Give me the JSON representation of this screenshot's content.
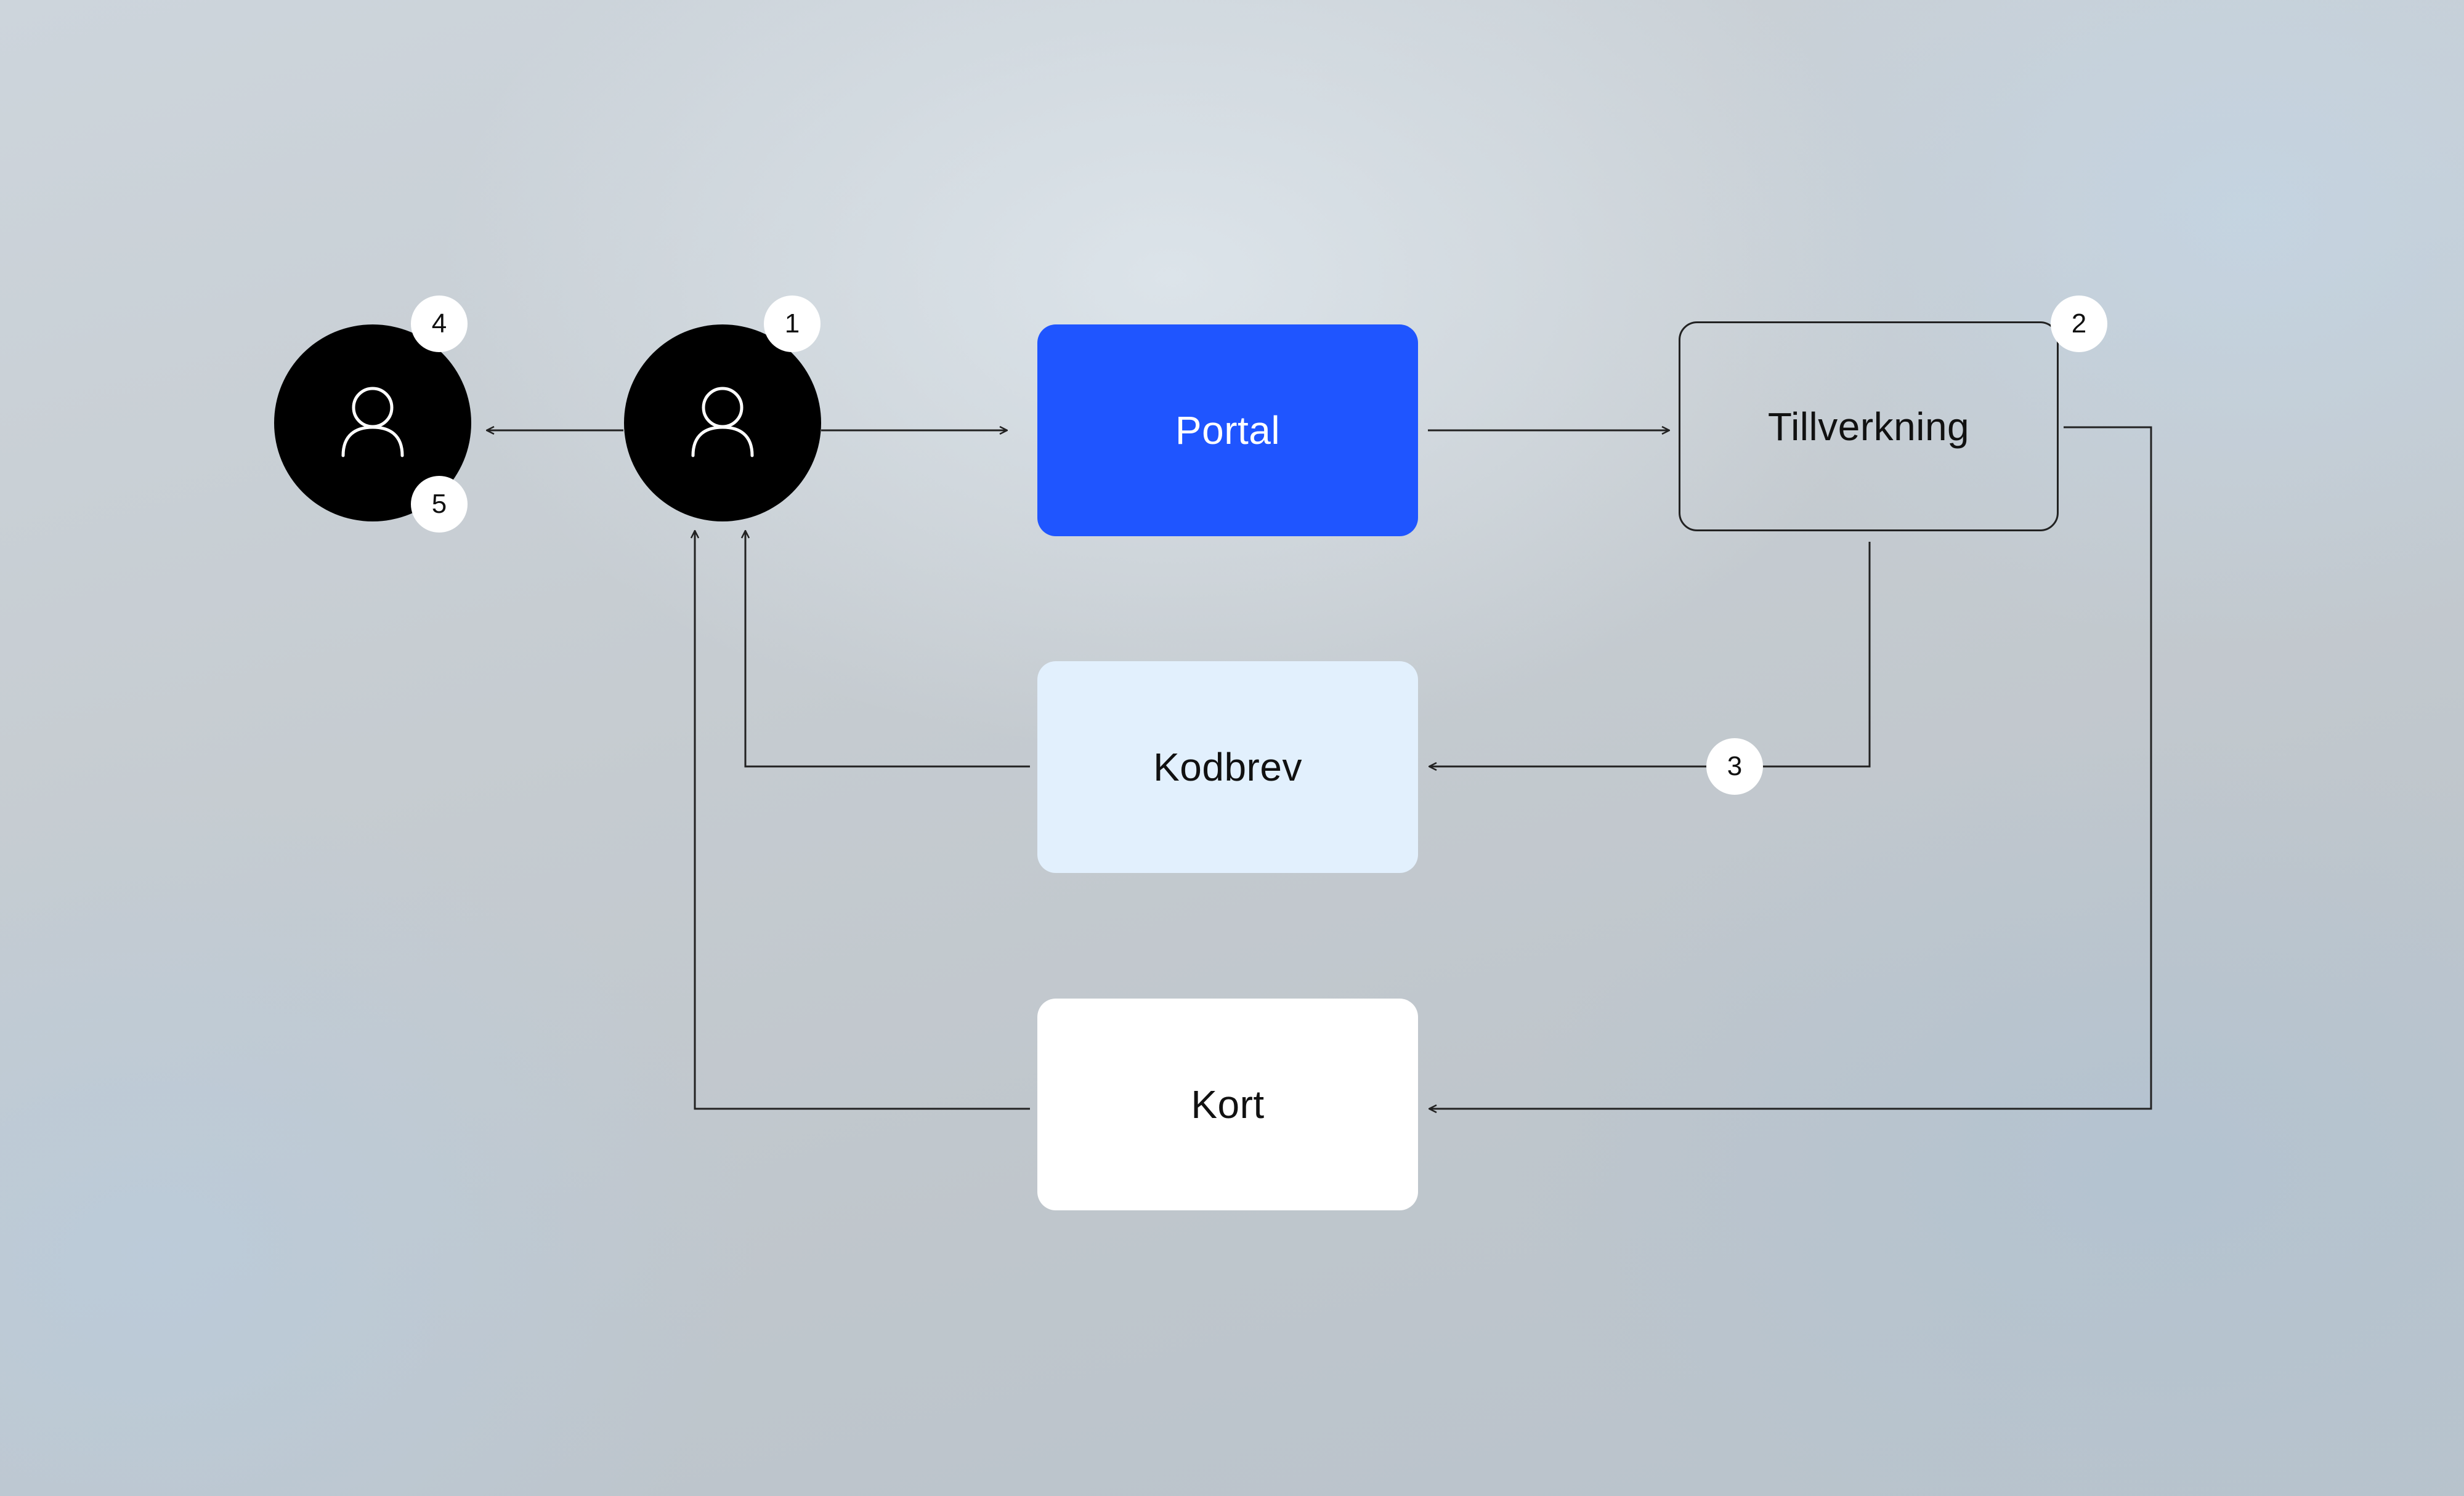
{
  "nodes": {
    "portal": {
      "label": "Portal",
      "color": "#1f55ff"
    },
    "tillverkning": {
      "label": "Tillverkning"
    },
    "kodbrev": {
      "label": "Kodbrev",
      "color": "#e2f0fd"
    },
    "kort": {
      "label": "Kort",
      "color": "#ffffff"
    }
  },
  "actors": [
    {
      "icon": "user-icon"
    },
    {
      "icon": "user-icon"
    }
  ],
  "badges": {
    "one": "1",
    "two": "2",
    "three": "3",
    "four": "4",
    "five": "5"
  },
  "colors": {
    "avatar": "#000000",
    "line": "#222222"
  }
}
